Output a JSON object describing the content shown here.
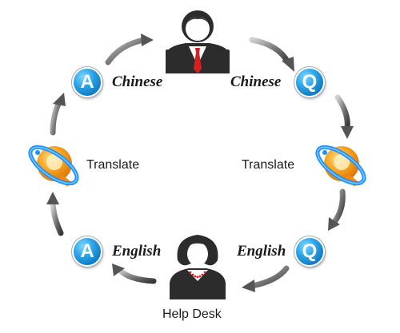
{
  "nodes": {
    "top_left_badge_letter": "A",
    "top_left_label": "Chinese",
    "top_right_label": "Chinese",
    "top_right_badge_letter": "Q",
    "mid_left_label": "Translate",
    "mid_right_label": "Translate",
    "bottom_left_badge_letter": "A",
    "bottom_left_label": "English",
    "bottom_right_label": "English",
    "bottom_right_badge_letter": "Q",
    "help_desk_label": "Help Desk"
  },
  "icons": {
    "top_person": "businessman-icon",
    "bottom_person": "help-desk-woman-icon",
    "translate": "translate-logo-icon",
    "arrow": "curved-arrow-icon"
  },
  "colors": {
    "badge_blue": "#1d8fd6",
    "tie_red": "#d61f1f",
    "logo_orange": "#f7931e",
    "logo_blue": "#1e90ff",
    "arrow_gray": "#5a5a5a"
  }
}
